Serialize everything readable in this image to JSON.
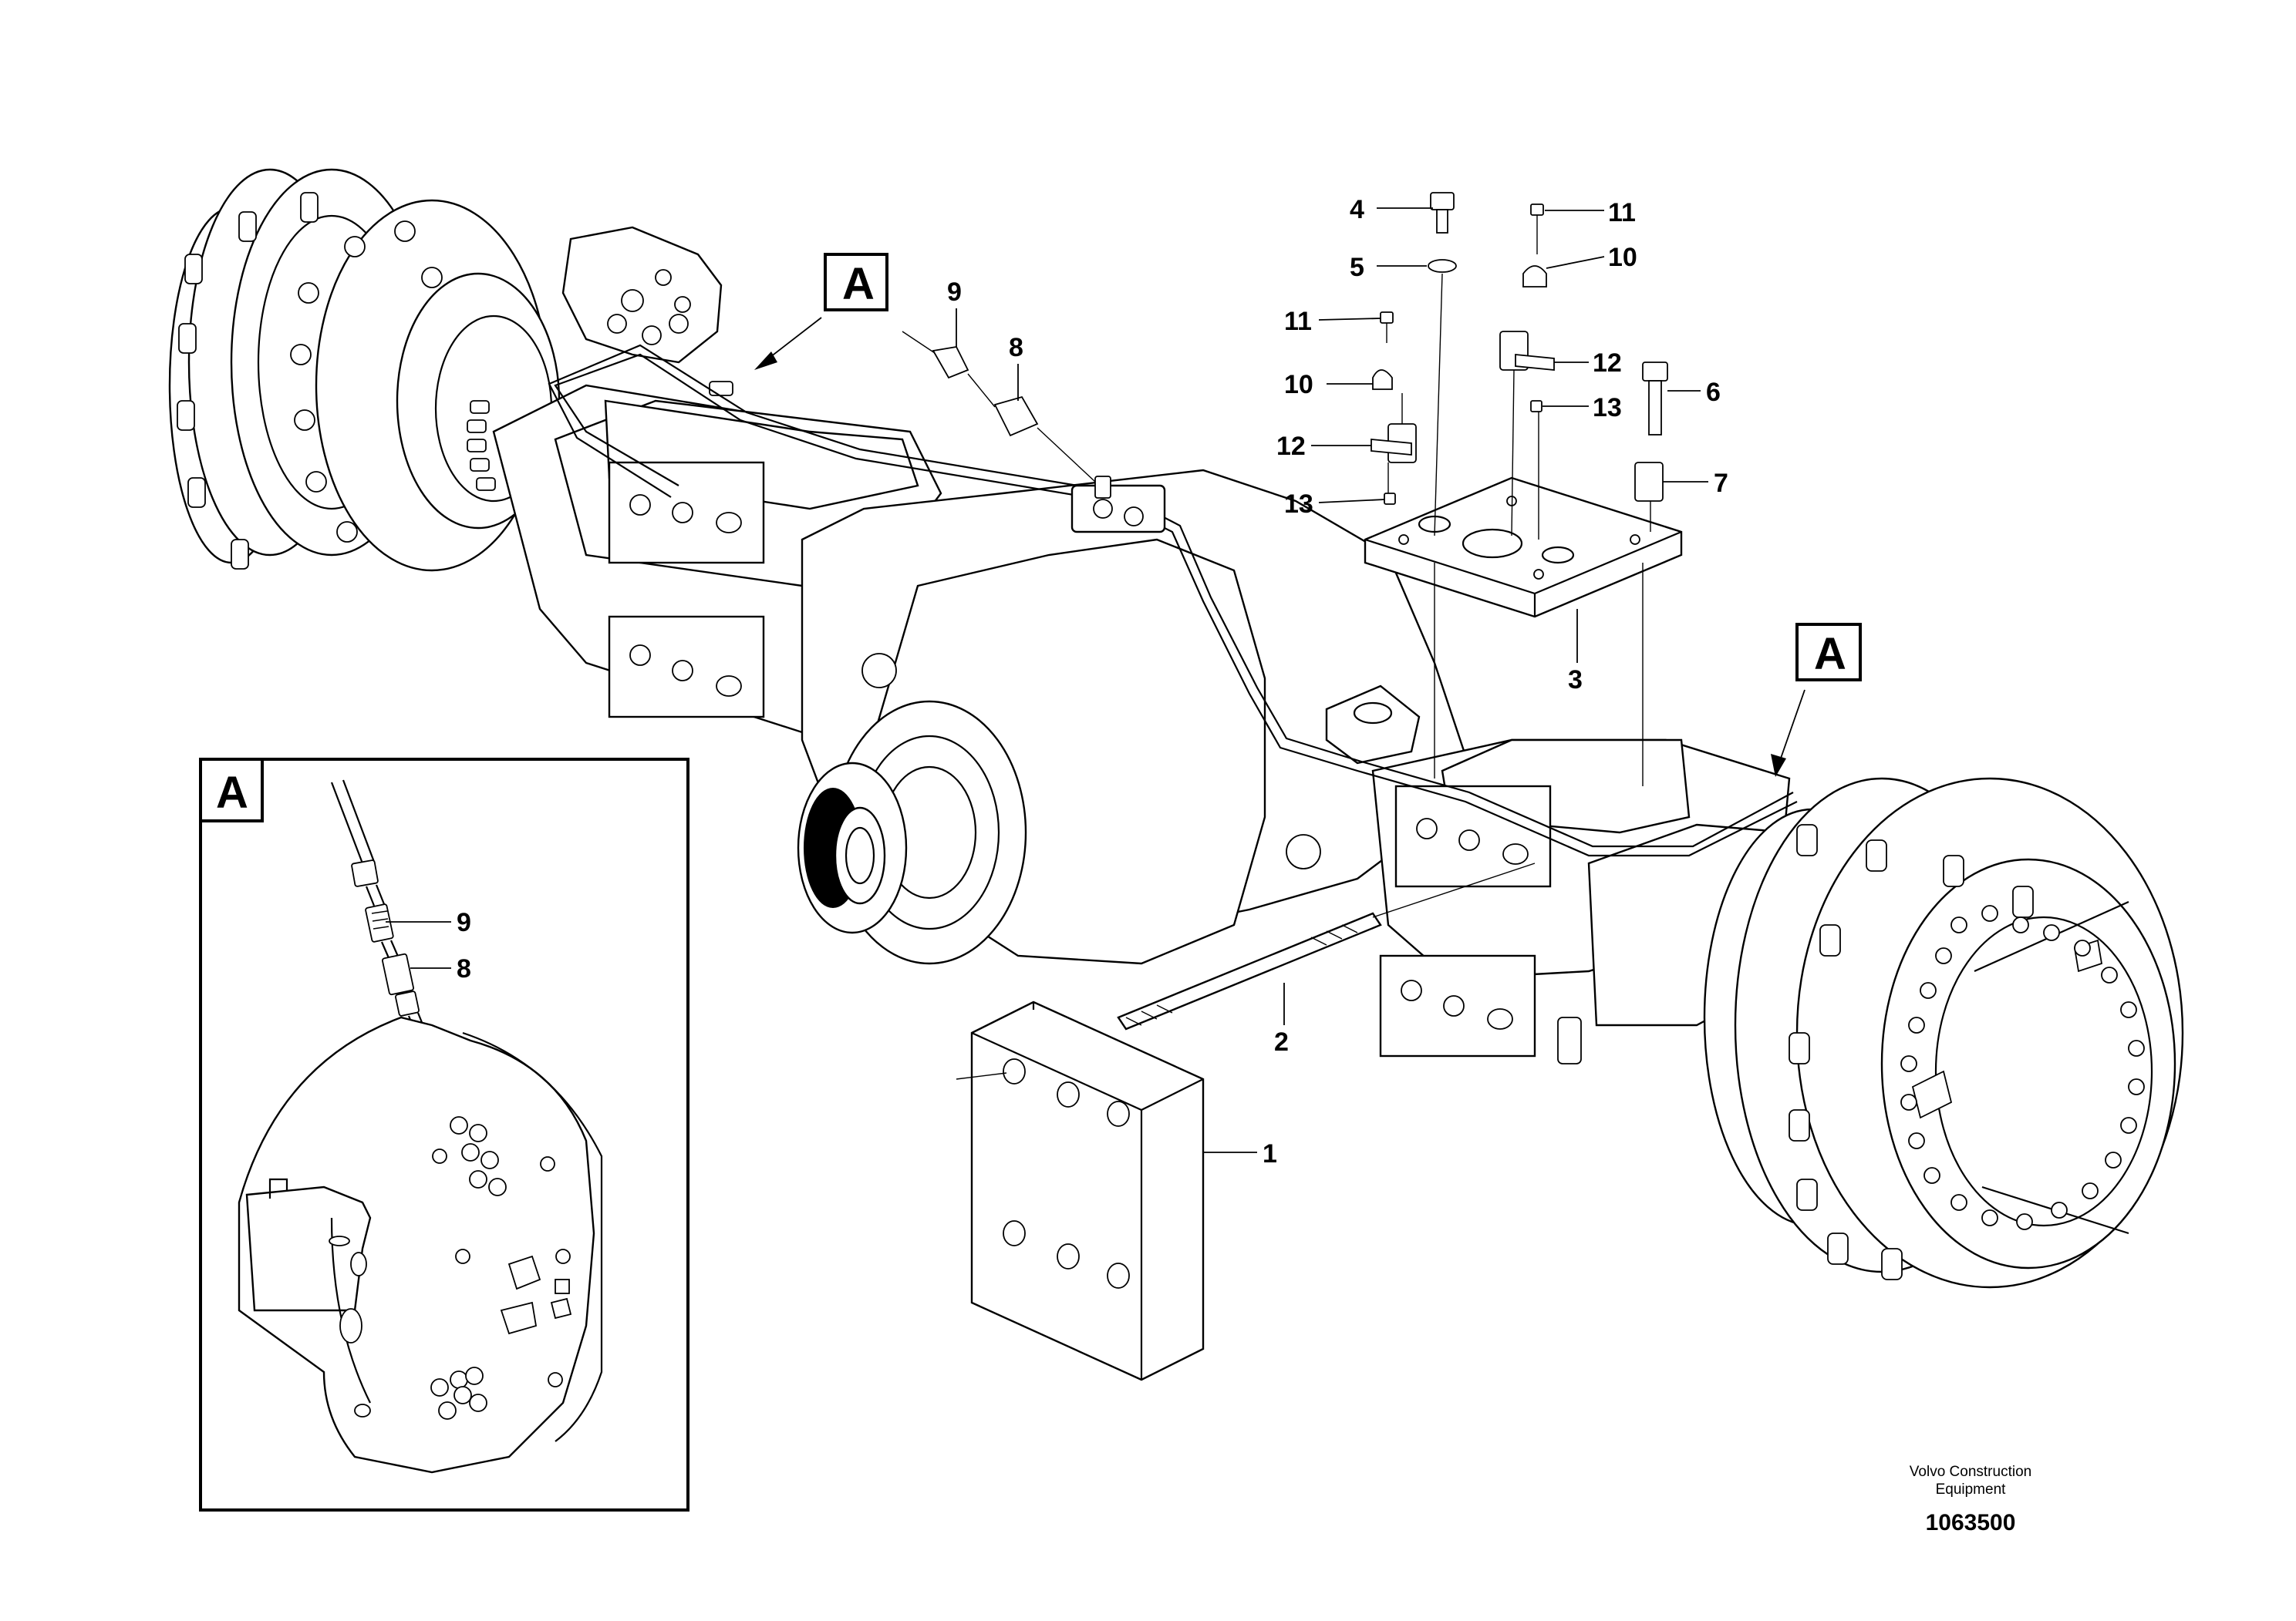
{
  "view_labels": {
    "top_left": "A",
    "right": "A",
    "detail": "A"
  },
  "callouts": {
    "c1": "1",
    "c2": "2",
    "c3": "3",
    "c4": "4",
    "c5": "5",
    "c6": "6",
    "c7": "7",
    "c8": "8",
    "c9": "9",
    "c10a": "10",
    "c10b": "10",
    "c11a": "11",
    "c11b": "11",
    "c12a": "12",
    "c12b": "12",
    "c13a": "13",
    "c13b": "13",
    "d8": "8",
    "d9": "9"
  },
  "footer": {
    "brand_line1": "Volvo Construction",
    "brand_line2": "Equipment",
    "doc_number": "1063500"
  }
}
